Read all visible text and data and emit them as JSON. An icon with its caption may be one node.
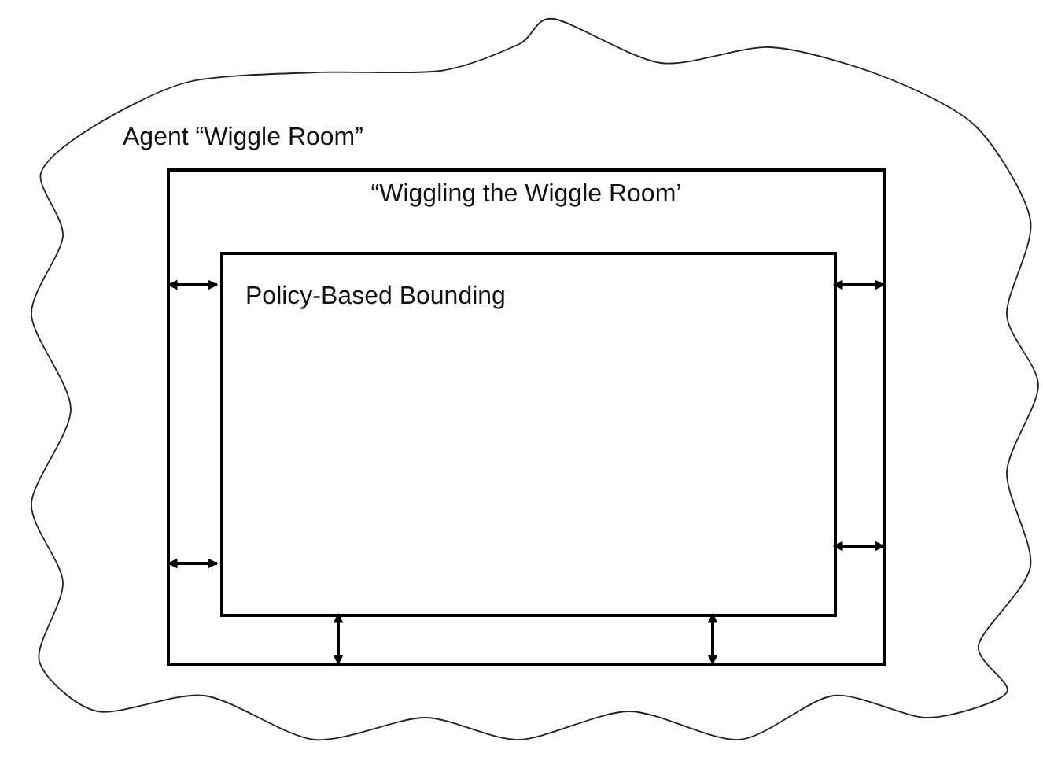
{
  "diagram": {
    "nodes": [
      {
        "text": [
          "Agent “Wiggle Room”"
        ]
      },
      {
        "text": [
          "“Wiggling the Wiggle Room’"
        ],
        "in": 0
      },
      {
        "text": [
          "Policy-Based Bounding"
        ],
        "in": 1
      }
    ],
    "edges": [
      {
        "from": 2,
        "to": 1,
        "arrow": "both"
      },
      {
        "from": 2,
        "to": 1,
        "arrow": "both"
      },
      {
        "from": 2,
        "to": 1,
        "arrow": "both"
      },
      {
        "from": 2,
        "to": 1,
        "arrow": "both"
      },
      {
        "from": 2,
        "to": 1,
        "arrow": "both"
      },
      {
        "from": 2,
        "to": 1,
        "arrow": "both"
      }
    ]
  }
}
